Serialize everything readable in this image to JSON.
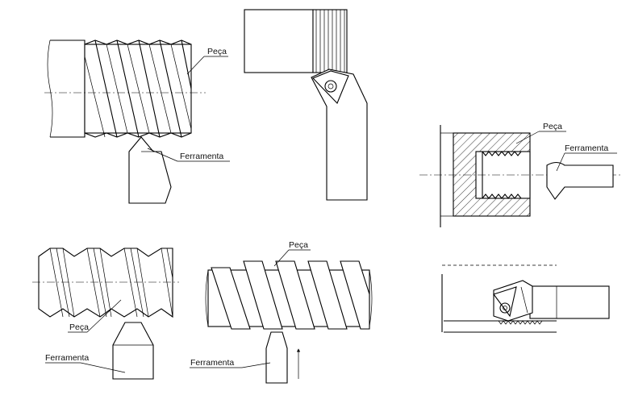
{
  "labels": {
    "p1_piece": "Peça",
    "p1_tool": "Ferramenta",
    "p3_piece": "Peça",
    "p3_tool": "Ferramenta",
    "p4_piece": "Peça",
    "p4_tool": "Ferramenta",
    "p5_piece": "Peça",
    "p5_tool": "Ferramenta"
  }
}
